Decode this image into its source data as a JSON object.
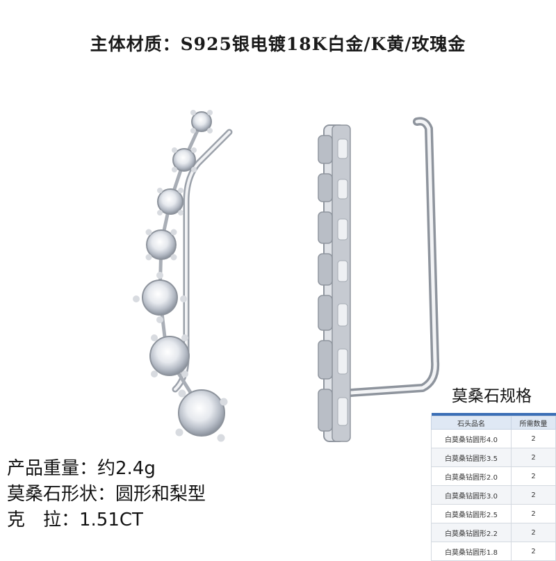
{
  "title": "主体材质：S925银电镀18K白金/K黄/玫瑰金",
  "specs": {
    "weight": "产品重量：约2.4g",
    "shape": "莫桑石形状：圆形和梨型",
    "carat": "克　拉：1.51CT"
  },
  "stone_table": {
    "title": "莫桑石规格",
    "headers": [
      "石头品名",
      "所需数量"
    ],
    "rows": [
      [
        "白莫桑钻圆形4.0",
        "2"
      ],
      [
        "白莫桑钻圆形3.5",
        "2"
      ],
      [
        "白莫桑钻圆形2.0",
        "2"
      ],
      [
        "白莫桑钻圆形3.0",
        "2"
      ],
      [
        "白莫桑钻圆形2.5",
        "2"
      ],
      [
        "白莫桑钻圆形2.2",
        "2"
      ],
      [
        "白莫桑钻圆形1.8",
        "2"
      ]
    ]
  },
  "colors": {
    "header_bar": "#3b6fb6",
    "metal": "#c9ccd2",
    "background": "#ffffff"
  }
}
